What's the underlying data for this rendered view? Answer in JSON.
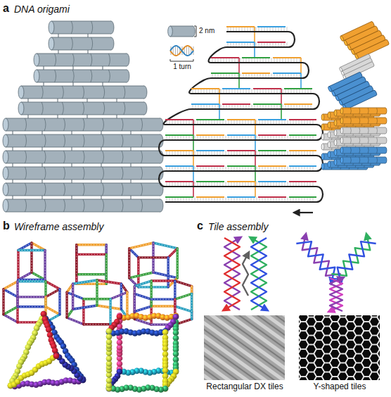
{
  "diagram": {
    "labels": [
      "a",
      "DNA origami",
      "2 nm",
      "1 turn",
      "b",
      "Wireframe assembly",
      "c",
      "Tile assembly",
      "Rectangular DX tiles",
      "Y-shaped tiles"
    ]
  }
}
